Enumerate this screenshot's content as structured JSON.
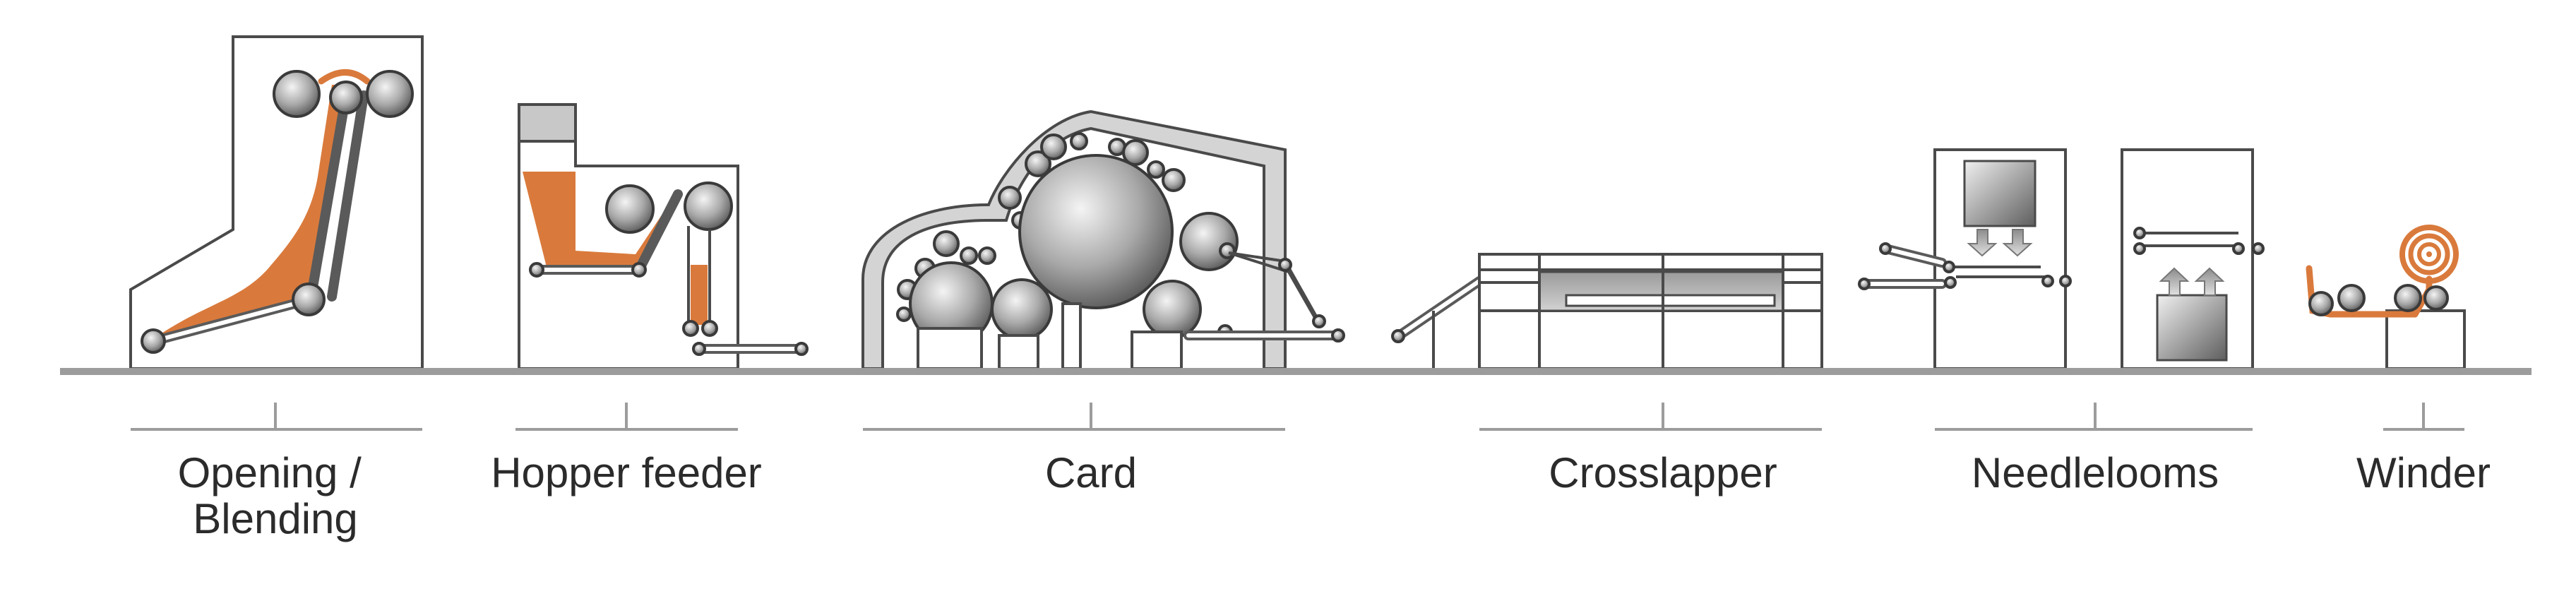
{
  "diagram": {
    "stages": [
      {
        "id": "opening",
        "label_lines": [
          "Opening /",
          "Blending"
        ]
      },
      {
        "id": "hopper",
        "label_lines": [
          "Hopper feeder"
        ]
      },
      {
        "id": "card",
        "label_lines": [
          "Card"
        ]
      },
      {
        "id": "crosslapper",
        "label_lines": [
          "Crosslapper"
        ]
      },
      {
        "id": "needlelooms",
        "label_lines": [
          "Needlelooms"
        ]
      },
      {
        "id": "winder",
        "label_lines": [
          "Winder"
        ]
      }
    ],
    "colors": {
      "fibre": "#d97a3c",
      "frame": "#4a4a4a",
      "ground": "#9c9c9c",
      "metal_light": "#f2f2f2",
      "metal_dark": "#6e6e6e",
      "label": "#2b2b2b"
    }
  }
}
